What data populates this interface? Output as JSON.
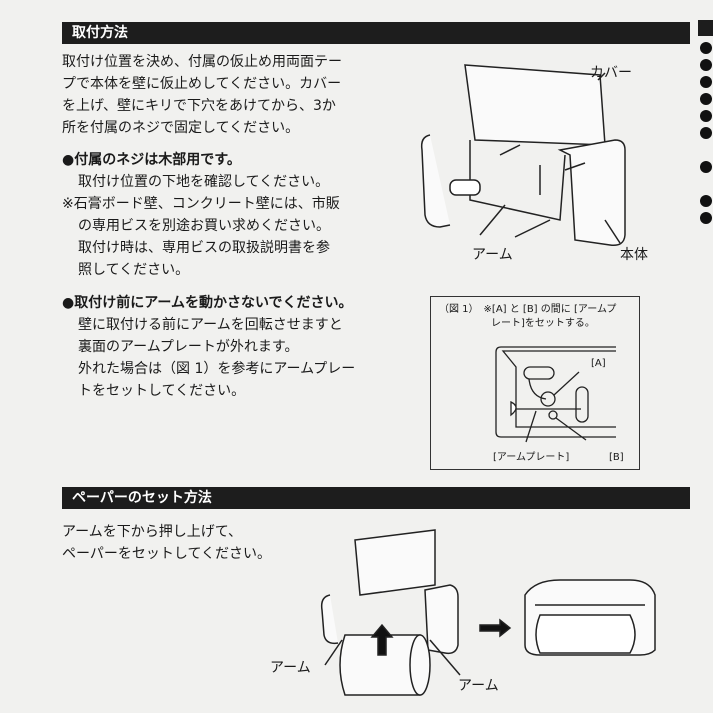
{
  "section1": {
    "title": "取付方法",
    "para": [
      "取付け位置を決め、付属の仮止め用両面テー",
      "プで本体を壁に仮止めしてください。カバー",
      "を上げ、壁にキリで下穴をあけてから、3か",
      "所を付属のネジで固定してください。"
    ],
    "note1_heading": "●付属のネジは木部用です。",
    "note1_lines": [
      "取付け位置の下地を確認してください。",
      "※石膏ボード壁、コンクリート壁には、市販",
      "の専用ビスを別途お買い求めください。",
      "取付け時は、専用ビスの取扱説明書を参",
      "照してください。"
    ],
    "note2_heading": "●取付け前にアームを動かさないでください。",
    "note2_lines": [
      "壁に取付ける前にアームを回転させますと",
      "裏面のアームプレートが外れます。",
      "外れた場合は（図 1）を参考にアームプレー",
      "トをセットしてください。"
    ],
    "illustration_labels": {
      "cover": "カバー",
      "body": "本体",
      "arm": "アーム"
    },
    "figure1": {
      "caption_line1": "（図 1）　※[A] と [B] の間に [アームプ",
      "caption_line2": "レート]をセットする。",
      "label_a": "[A]",
      "label_b": "[B]",
      "label_plate": "[アームプレート]"
    }
  },
  "section2": {
    "title": "ペーパーのセット方法",
    "para": [
      "アームを下から押し上げて、",
      "ペーパーをセットしてください。"
    ],
    "labels": {
      "arm_left": "アーム",
      "arm_right": "アーム"
    }
  }
}
